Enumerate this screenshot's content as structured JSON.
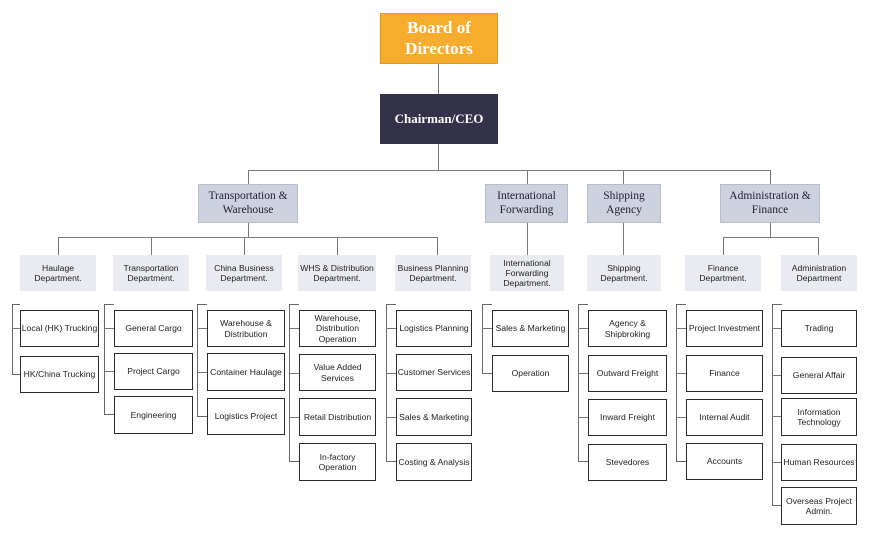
{
  "board": {
    "label": "Board of Directors"
  },
  "ceo": {
    "label": "Chairman/CEO"
  },
  "divisions": [
    {
      "label": "Transportation & Warehouse"
    },
    {
      "label": "International Forwarding"
    },
    {
      "label": "Shipping Agency"
    },
    {
      "label": "Administration & Finance"
    }
  ],
  "departments": [
    {
      "label": "Haulage Department.",
      "units": [
        "Local (HK) Trucking",
        "HK/China Trucking"
      ]
    },
    {
      "label": "Transportation Department.",
      "units": [
        "General Cargo",
        "Project Cargo",
        "Engineering"
      ]
    },
    {
      "label": "China Business Department.",
      "units": [
        "Warehouse & Distribution",
        "Container Haulage",
        "Logistics Project"
      ]
    },
    {
      "label": "WHS & Distribution Department.",
      "units": [
        "Warehouse, Distribution Operation",
        "Value Added Services",
        "Retail Distribution",
        "In-factory Operation"
      ]
    },
    {
      "label": "Business Planning Department.",
      "units": [
        "Logistics Planning",
        "Customer Services",
        "Sales & Marketing",
        "Costing & Analysis"
      ]
    },
    {
      "label": "International Forwarding Department.",
      "units": [
        "Sales & Marketing",
        "Operation"
      ]
    },
    {
      "label": "Shipping Department.",
      "units": [
        "Agency & Shipbroking",
        "Outward Freight",
        "Inward Freight",
        "Stevedores"
      ]
    },
    {
      "label": "Finance Department.",
      "units": [
        "Project Investment",
        "Finance",
        "Internal Audit",
        "Accounts"
      ]
    },
    {
      "label": "Administration Department",
      "units": [
        "Trading",
        "General Affair",
        "Information Technology",
        "Human Resources",
        "Overseas Project Admin."
      ]
    }
  ]
}
